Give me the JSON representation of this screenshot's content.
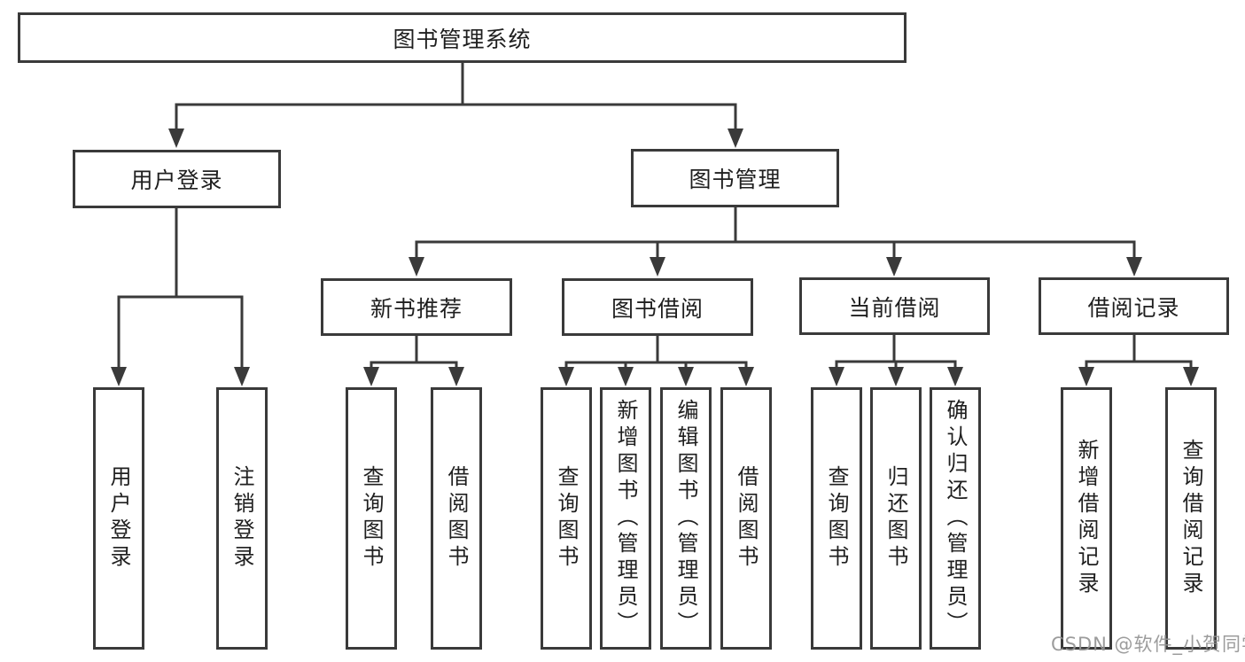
{
  "tree": {
    "label": "图书管理系统",
    "children": [
      {
        "label": "用户登录",
        "children": [
          {
            "label": "用户登录"
          },
          {
            "label": "注销登录"
          }
        ]
      },
      {
        "label": "图书管理",
        "children": [
          {
            "label": "新书推荐",
            "children": [
              {
                "label": "查询图书"
              },
              {
                "label": "借阅图书"
              }
            ]
          },
          {
            "label": "图书借阅",
            "children": [
              {
                "label": "查询图书"
              },
              {
                "label": "新增图书（管理员）"
              },
              {
                "label": "编辑图书（管理员）"
              },
              {
                "label": "借阅图书"
              }
            ]
          },
          {
            "label": "当前借阅",
            "children": [
              {
                "label": "查询图书"
              },
              {
                "label": "归还图书"
              },
              {
                "label": "确认归还（管理员）"
              }
            ]
          },
          {
            "label": "借阅记录",
            "children": [
              {
                "label": "新增借阅记录"
              },
              {
                "label": "查询借阅记录"
              }
            ]
          }
        ]
      }
    ]
  },
  "watermark": {
    "text": "CSDN @软件_小贺同学"
  },
  "colors": {
    "line": "#3a3a3a",
    "text": "#1f1f1f",
    "background": "#ffffff",
    "watermark": "#949494"
  }
}
